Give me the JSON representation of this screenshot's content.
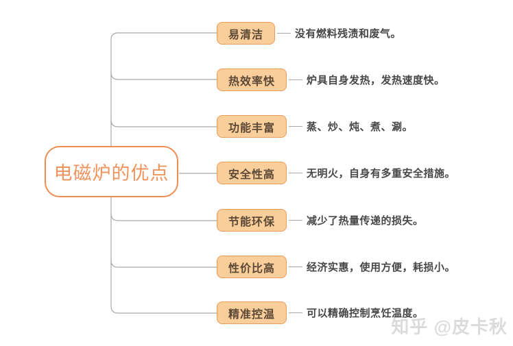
{
  "root": {
    "label": "电磁炉的优点"
  },
  "branches": [
    {
      "label": "易清洁",
      "desc": "没有燃料残渍和废气。"
    },
    {
      "label": "热效率快",
      "desc": "炉具自身发热，发热速度快。"
    },
    {
      "label": "功能丰富",
      "desc": "蒸、炒、炖、煮、涮。"
    },
    {
      "label": "安全性高",
      "desc": "无明火，自身有多重安全措施。"
    },
    {
      "label": "节能环保",
      "desc": "减少了热量传递的损失。"
    },
    {
      "label": "性价比高",
      "desc": "经济实惠，使用方便，耗损小。"
    },
    {
      "label": "精准控温",
      "desc": "可以精确控制烹饪温度。"
    }
  ],
  "watermark": {
    "text": "知乎 @皮卡秋"
  },
  "colors": {
    "root_border": "#ED8D52",
    "root_text": "#F0925C",
    "branch_fill": "#F9CE9B",
    "branch_border": "#EC9B57",
    "branch_text": "#5B4836",
    "description_text": "#474747",
    "connector_line": "#A8A8A8",
    "watermark_text": "#DBDBDB",
    "background": "#FFFFFF"
  }
}
